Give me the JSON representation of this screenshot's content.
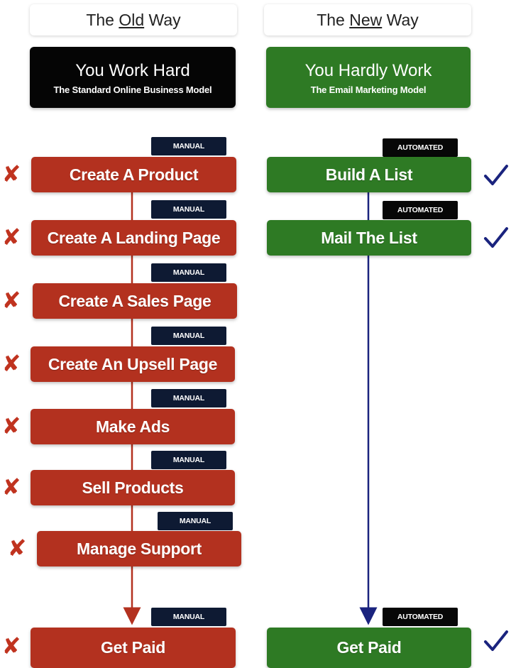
{
  "columns": {
    "old": {
      "tab": {
        "pre": "The ",
        "underlined": "Old",
        "post": " Way"
      },
      "header_title": "You Work Hard",
      "header_subtitle": "The Standard Online Business Model",
      "steps": [
        {
          "label": "Create A Product",
          "tag": "MANUAL"
        },
        {
          "label": "Create A Landing Page",
          "tag": "MANUAL"
        },
        {
          "label": "Create A Sales Page",
          "tag": "MANUAL"
        },
        {
          "label": "Create An Upsell Page",
          "tag": "MANUAL"
        },
        {
          "label": "Make Ads",
          "tag": "MANUAL"
        },
        {
          "label": "Sell Products",
          "tag": "MANUAL"
        },
        {
          "label": "Manage Support",
          "tag": "MANUAL"
        },
        {
          "label": "Get Paid",
          "tag": "MANUAL"
        }
      ],
      "status_icon": "cross-icon",
      "status_glyph": "✘",
      "color": "#b3311f",
      "line_color": "#b3311f"
    },
    "new": {
      "tab": {
        "pre": "The ",
        "underlined": "New",
        "post": " Way"
      },
      "header_title": "You Hardly Work",
      "header_subtitle": "The Email Marketing Model",
      "steps": [
        {
          "label": "Build A List",
          "tag": "AUTOMATED"
        },
        {
          "label": "Mail The List",
          "tag": "AUTOMATED"
        },
        {
          "label": "Get Paid",
          "tag": "AUTOMATED"
        }
      ],
      "status_icon": "check-icon",
      "color": "#2e7a24",
      "line_color": "#1a237e"
    }
  }
}
